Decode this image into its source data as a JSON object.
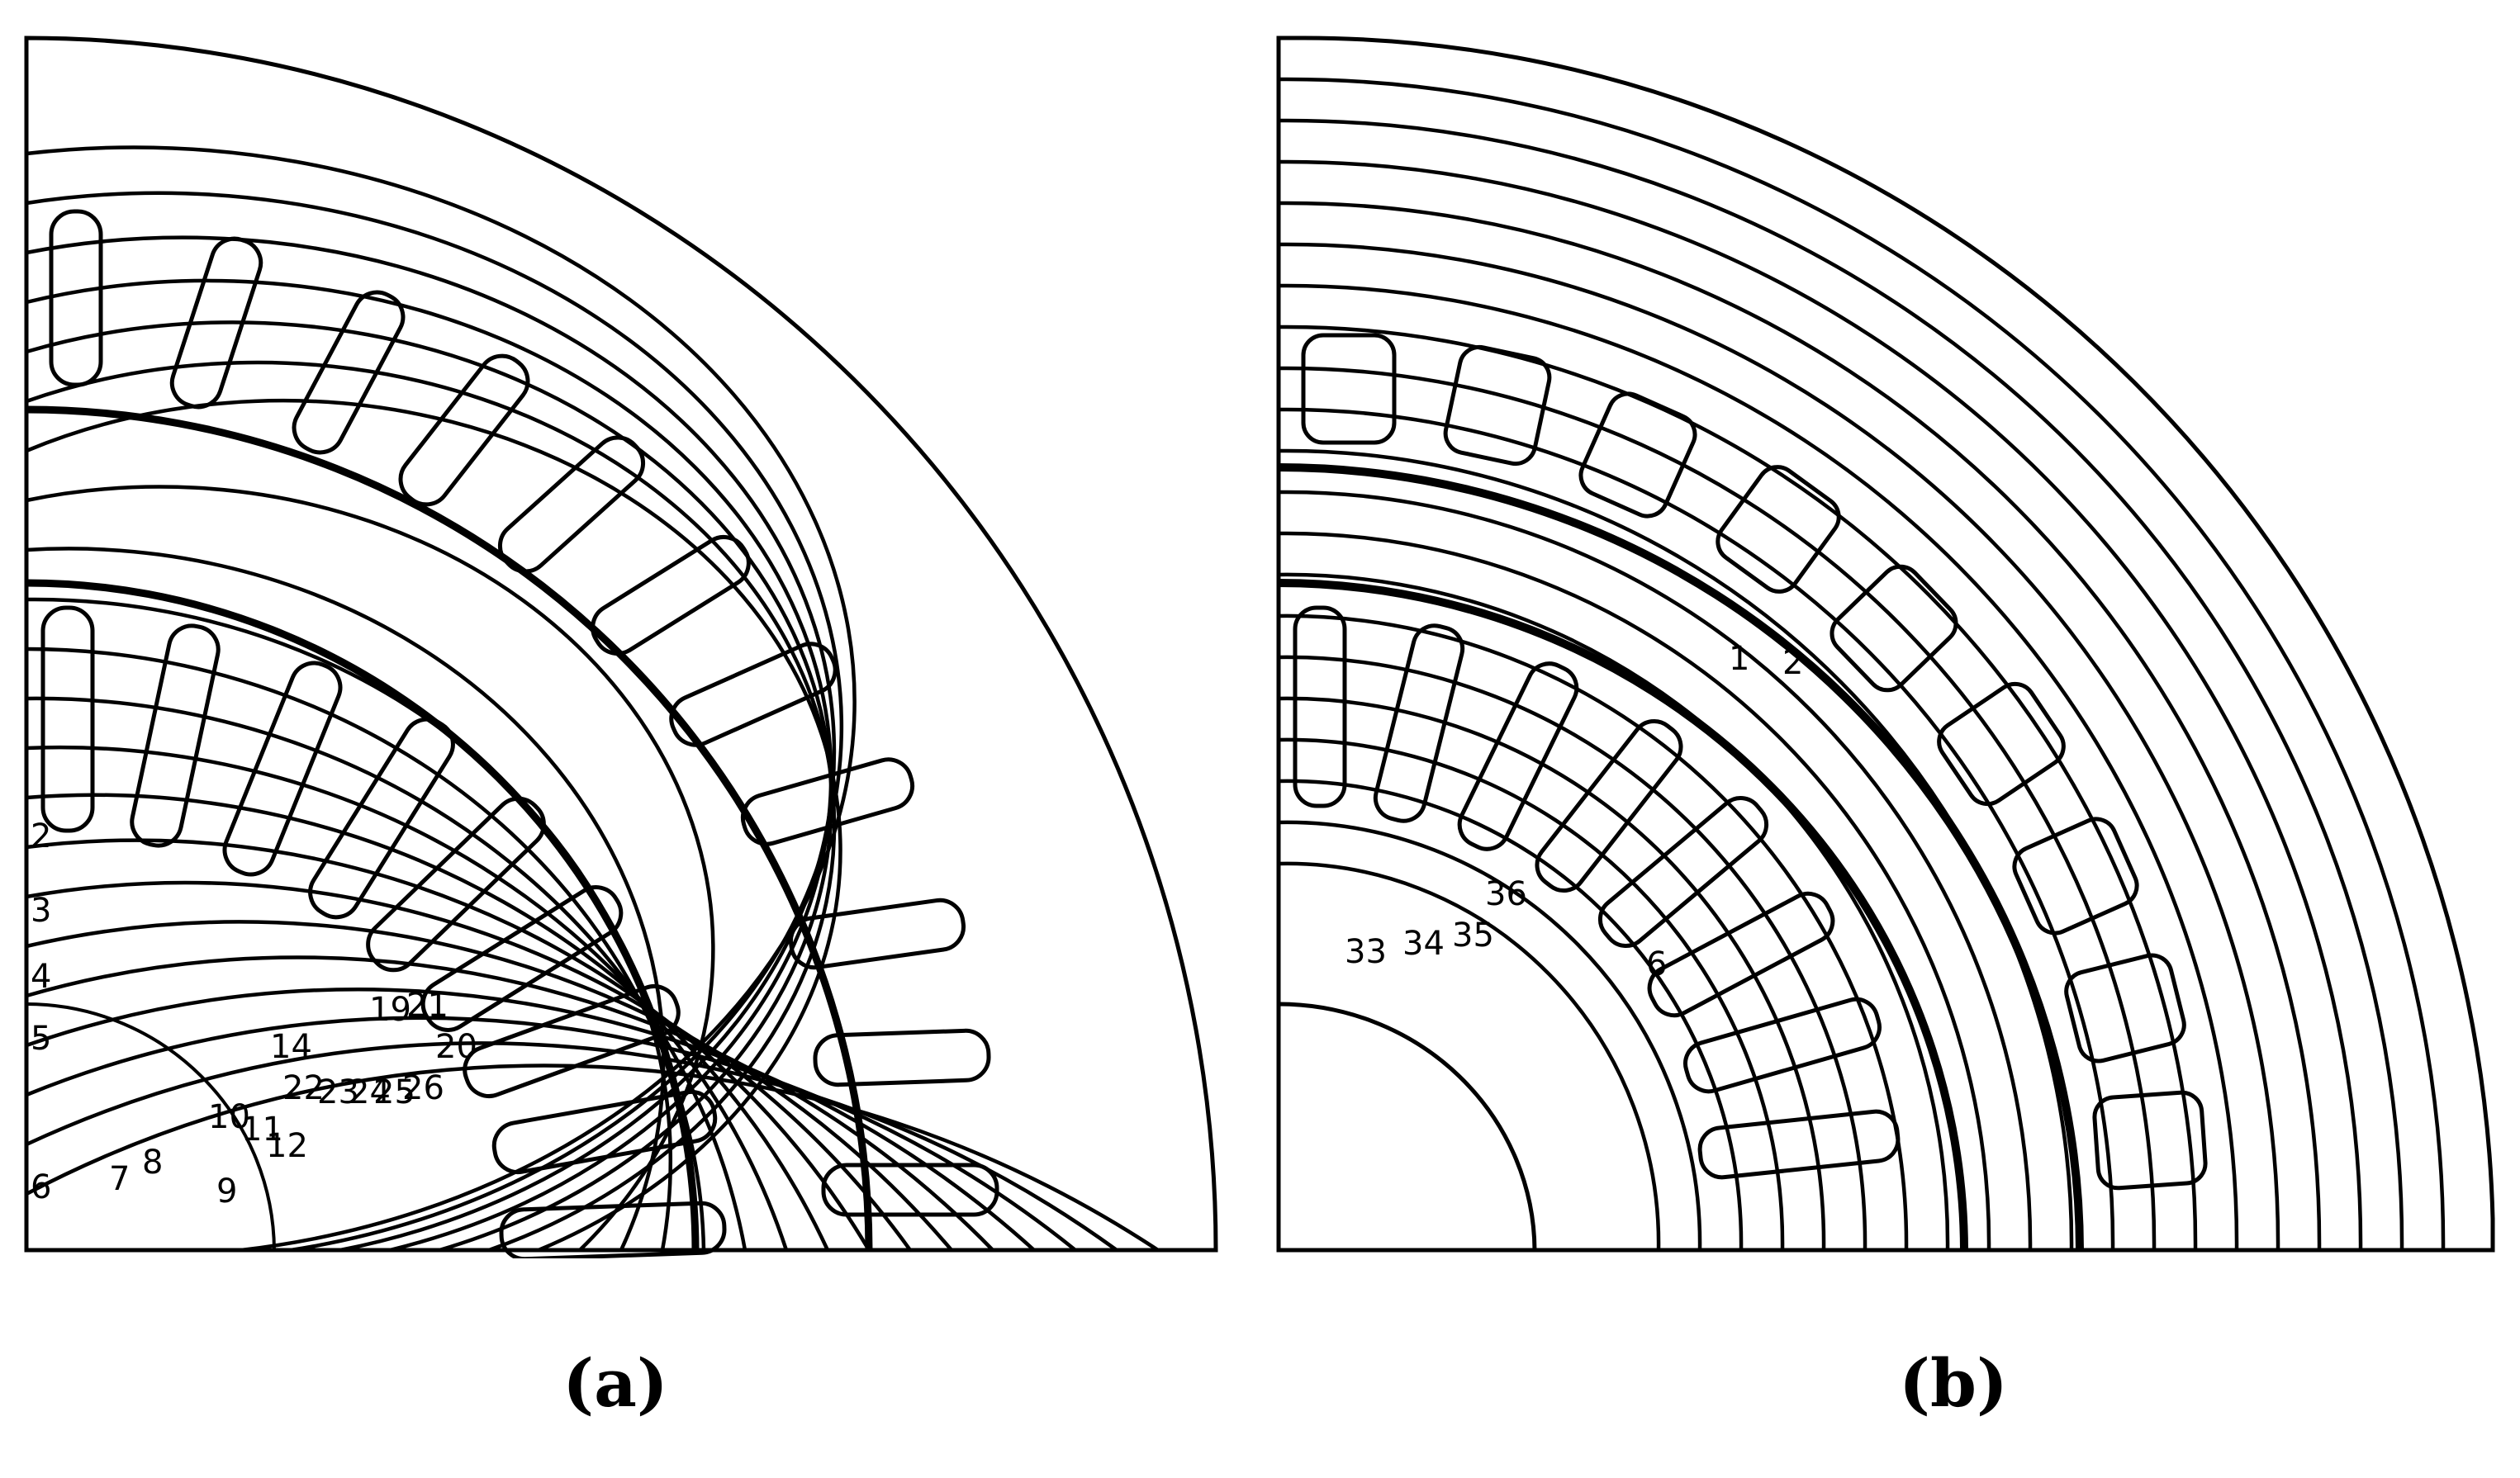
{
  "panels": [
    {
      "id": "a",
      "caption": "(a)",
      "contour_labels": [
        "19",
        "21",
        "20",
        "14",
        "22",
        "23",
        "24",
        "25",
        "26",
        "10",
        "11",
        "12",
        "7",
        "8",
        "9",
        "6",
        "5",
        "4",
        "3",
        "2"
      ]
    },
    {
      "id": "b",
      "caption": "(b)",
      "contour_labels": [
        "1",
        "2",
        "6",
        "33",
        "34",
        "35",
        "36"
      ]
    }
  ]
}
